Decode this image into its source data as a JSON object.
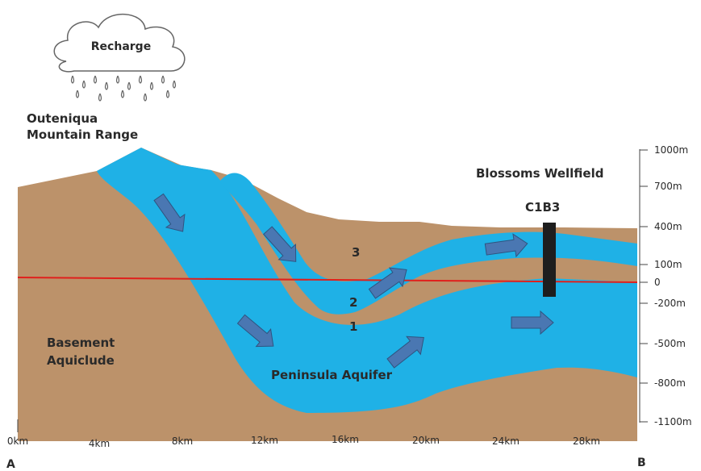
{
  "labels": {
    "recharge": "Recharge",
    "mountain_line1": "Outeniqua",
    "mountain_line2": "Mountain Range",
    "wellfield": "Blossoms Wellfield",
    "borehole": "C1B3",
    "basement_line1": "Basement",
    "basement_line2": "Aquiclude",
    "aquifer": "Peninsula Aquifer",
    "layer_1": "1",
    "layer_2": "2",
    "layer_3": "3",
    "point_a": "A",
    "point_b": "B"
  },
  "depth_axis": [
    "1000m",
    "700m",
    "400m",
    "100m",
    "0",
    "-200m",
    "-500m",
    "-800m",
    "-1100m"
  ],
  "distance_axis": [
    "0km",
    "4km",
    "8km",
    "12km",
    "16km",
    "20km",
    "24km",
    "28km"
  ],
  "colors": {
    "ground": "#bc926a",
    "aquifer": "#1fb1e6",
    "arrow": "#4a77b2",
    "sea_level": "#e0201c",
    "borehole": "#1e1e1e",
    "cloud": "#ffffff",
    "text": "#2a2a2a"
  }
}
